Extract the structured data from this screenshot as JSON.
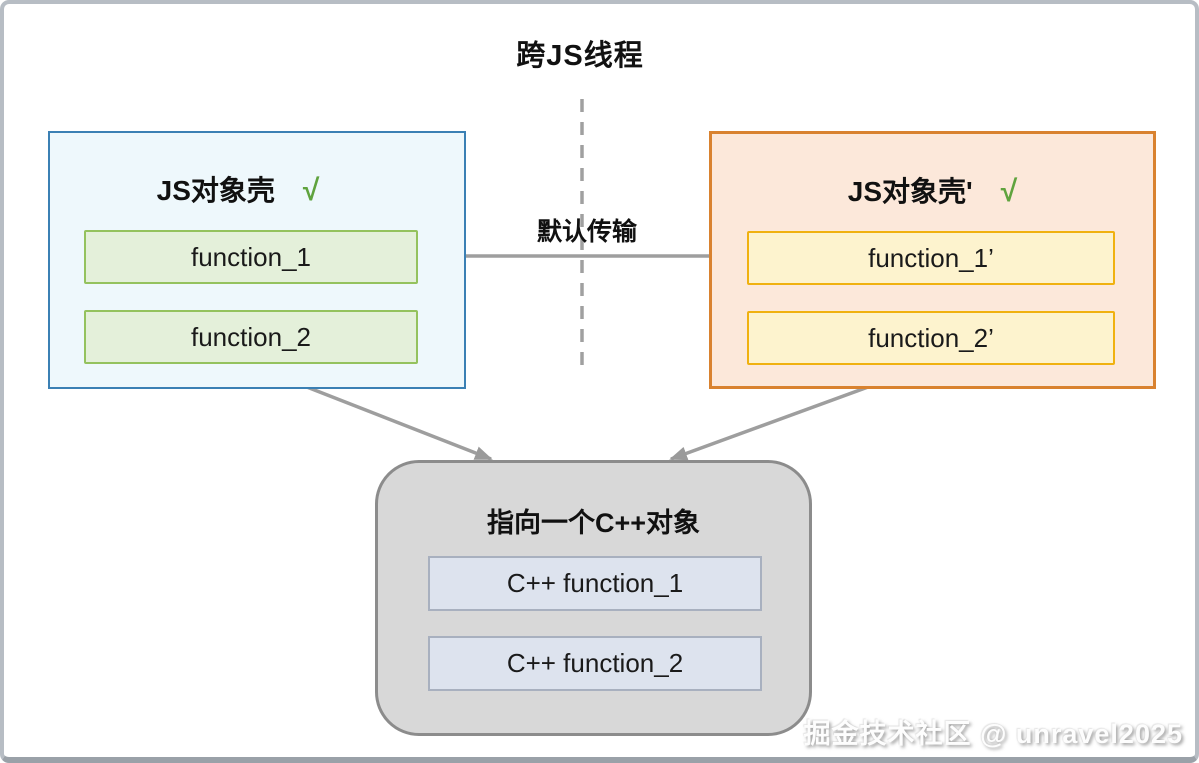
{
  "title": "跨JS线程",
  "arrow_label": "默认传输",
  "left_panel": {
    "title": "JS对象壳",
    "check": "√",
    "items": [
      "function_1",
      "function_2"
    ]
  },
  "right_panel": {
    "title": "JS对象壳'",
    "check": "√",
    "items": [
      "function_1’",
      "function_2’"
    ]
  },
  "cpp_panel": {
    "title": "指向一个C++对象",
    "items": [
      "C++ function_1",
      "C++ function_2"
    ]
  },
  "watermark": "掘金技术社区 @ unravel2025",
  "colors": {
    "left_panel_border": "#3b80b4",
    "left_panel_bg": "#eef8fc",
    "left_item_border": "#94c25e",
    "left_item_bg": "#e4f0da",
    "right_panel_border": "#d9822f",
    "right_panel_bg": "#fce8da",
    "right_item_border": "#f0b110",
    "right_item_bg": "#fdf3ce",
    "cpp_panel_border": "#8c8c8c",
    "cpp_panel_bg": "#d8d8d8",
    "cpp_item_border": "#a8b0bf",
    "cpp_item_bg": "#dde3ee",
    "check_mark": "#5fa33e",
    "arrow": "#9e9e9e"
  }
}
